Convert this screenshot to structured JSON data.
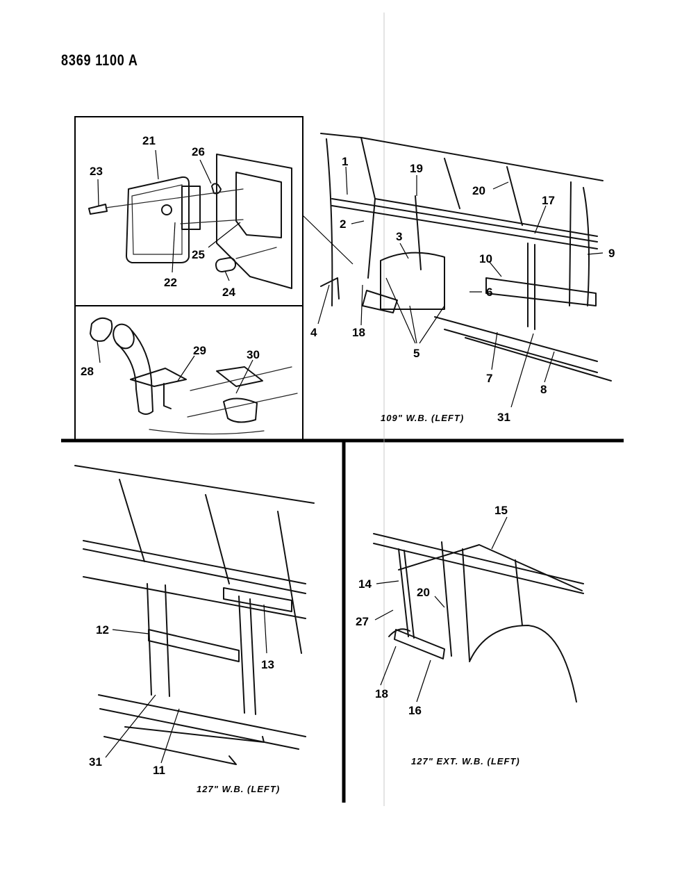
{
  "document": {
    "id": "8369 1100 A"
  },
  "views": {
    "inset_fuel_door": {
      "callouts": [
        "21",
        "23",
        "26",
        "25",
        "22",
        "24"
      ]
    },
    "inset_filler": {
      "callouts": [
        "28",
        "29",
        "30"
      ]
    },
    "view_109": {
      "caption": "109\" W.B. (LEFT)",
      "callouts": [
        "1",
        "19",
        "20",
        "17",
        "2",
        "3",
        "9",
        "10",
        "6",
        "4",
        "18",
        "5",
        "7",
        "8",
        "31"
      ]
    },
    "view_127": {
      "caption": "127\" W.B. (LEFT)",
      "callouts": [
        "12",
        "13",
        "31",
        "11"
      ]
    },
    "view_127_ext": {
      "caption": "127\" EXT. W.B. (LEFT)",
      "callouts": [
        "15",
        "14",
        "20",
        "27",
        "18",
        "16"
      ]
    }
  }
}
